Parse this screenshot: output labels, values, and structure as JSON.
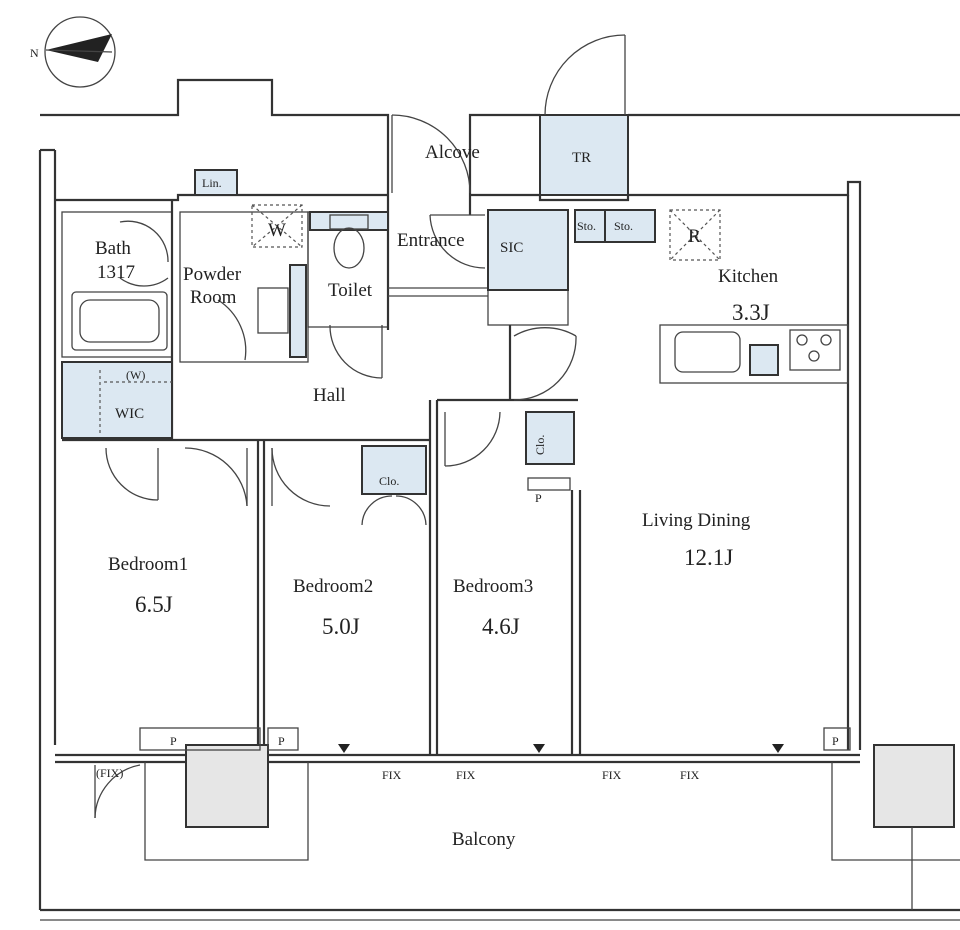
{
  "compass": {
    "north_label": "N"
  },
  "rooms": {
    "alcove": "Alcove",
    "tr": "TR",
    "lin": "Lin.",
    "washer": "W",
    "entrance": "Entrance",
    "sic": "SIC",
    "sto1": "Sto.",
    "sto2": "Sto.",
    "fridge": "R",
    "kitchen": "Kitchen",
    "kitchen_area": "3.3J",
    "bath": "Bath",
    "bath_size": "1317",
    "powder_room_1": "Powder",
    "powder_room_2": "Room",
    "toilet": "Toilet",
    "hall": "Hall",
    "wic_w": "(W)",
    "wic": "WIC",
    "clo_bed2": "Clo.",
    "clo_bed3": "Clo.",
    "pipe_bed3": "P",
    "living_dining": "Living Dining",
    "living_dining_area": "12.1J",
    "bedroom1": "Bedroom1",
    "bedroom1_area": "6.5J",
    "bedroom2": "Bedroom2",
    "bedroom2_area": "5.0J",
    "bedroom3": "Bedroom3",
    "bedroom3_area": "4.6J",
    "pipe1": "P",
    "pipe2": "P",
    "pipe3": "P",
    "fix_paren": "(FIX)",
    "fix1": "FIX",
    "fix2": "FIX",
    "fix3": "FIX",
    "fix4": "FIX",
    "balcony": "Balcony"
  },
  "colors": {
    "storage_fill": "#dce8f2",
    "unit_fill": "#e6e6e6",
    "line": "#333333"
  }
}
